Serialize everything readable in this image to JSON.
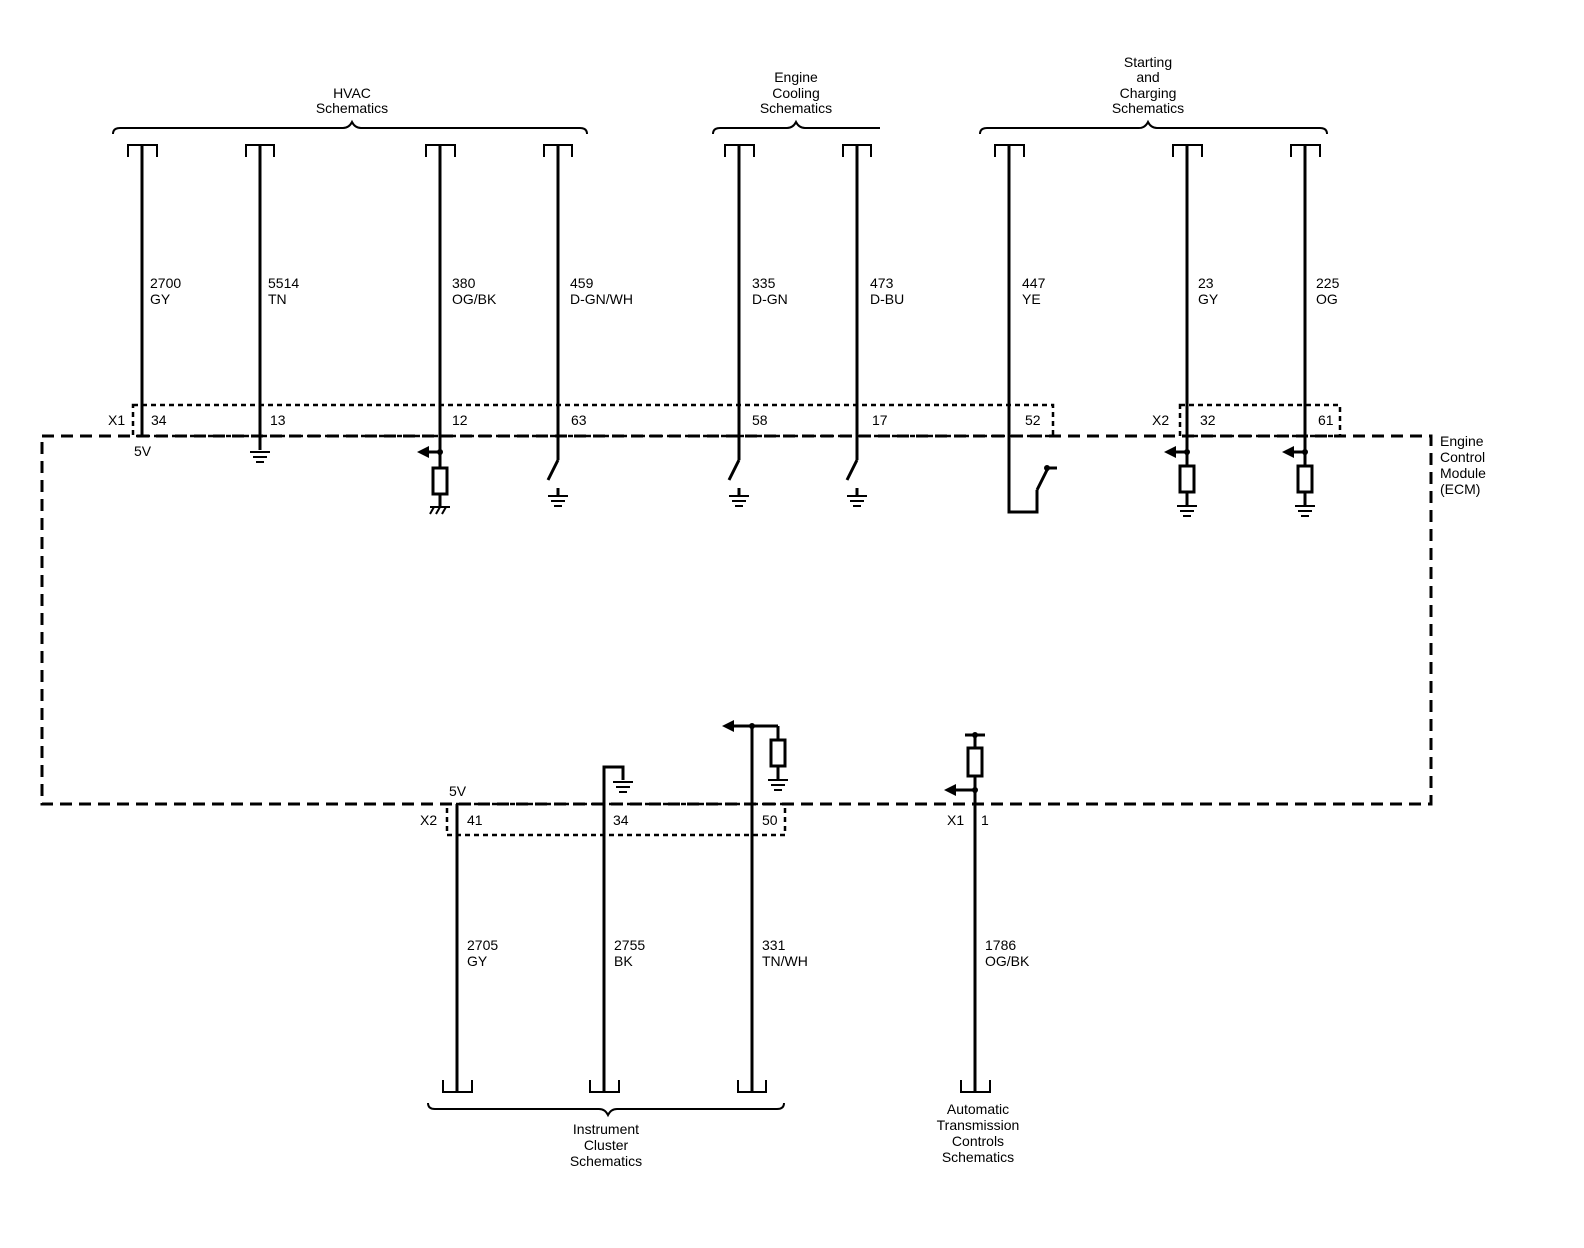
{
  "groups": {
    "hvac": [
      "HVAC",
      "Schematics"
    ],
    "engine_cooling": [
      "Engine",
      "Cooling",
      "Schematics"
    ],
    "starting_charging": [
      "Starting",
      "and",
      "Charging",
      "Schematics"
    ],
    "instrument_cluster": [
      "Instrument",
      "Cluster",
      "Schematics"
    ],
    "auto_trans": [
      "Automatic",
      "Transmission",
      "Controls",
      "Schematics"
    ]
  },
  "module": [
    "Engine",
    "Control",
    "Module",
    "(ECM)"
  ],
  "connectors": {
    "top_x1": "X1",
    "top_x2": "X2",
    "bottom_x2": "X2",
    "bottom_x1": "X1"
  },
  "voltage_labels": {
    "top": "5V",
    "bottom": "5V"
  },
  "top_circuits": [
    {
      "circuit": "2700",
      "color": "GY",
      "pin": "34"
    },
    {
      "circuit": "5514",
      "color": "TN",
      "pin": "13"
    },
    {
      "circuit": "380",
      "color": "OG/BK",
      "pin": "12"
    },
    {
      "circuit": "459",
      "color": "D-GN/WH",
      "pin": "63"
    },
    {
      "circuit": "335",
      "color": "D-GN",
      "pin": "58"
    },
    {
      "circuit": "473",
      "color": "D-BU",
      "pin": "17"
    },
    {
      "circuit": "447",
      "color": "YE",
      "pin": "52"
    },
    {
      "circuit": "23",
      "color": "GY",
      "pin": "32"
    },
    {
      "circuit": "225",
      "color": "OG",
      "pin": "61"
    }
  ],
  "bottom_circuits": [
    {
      "circuit": "2705",
      "color": "GY",
      "pin": "41"
    },
    {
      "circuit": "2755",
      "color": "BK",
      "pin": "34"
    },
    {
      "circuit": "331",
      "color": "TN/WH",
      "pin": "50"
    },
    {
      "circuit": "1786",
      "color": "OG/BK",
      "pin": "1"
    }
  ]
}
